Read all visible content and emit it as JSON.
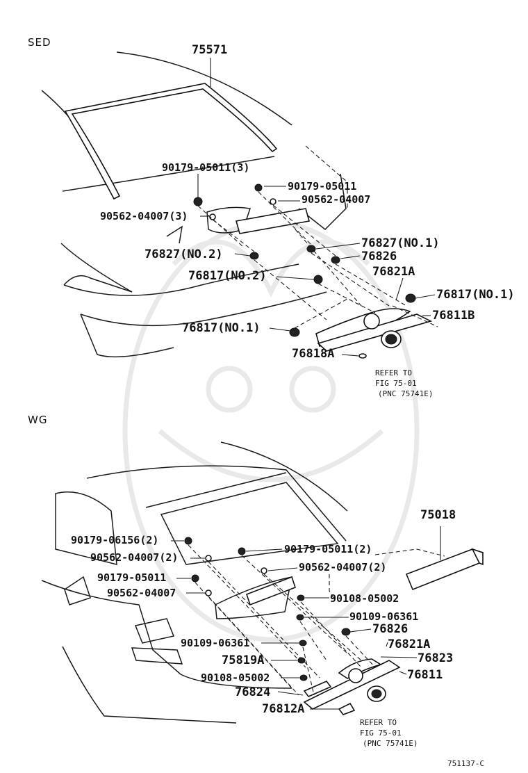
{
  "sections": {
    "sed": "SED",
    "wg": "WG"
  },
  "sed_labels": {
    "p75571": "75571",
    "p90179_05011_3": "90179-05011(3)",
    "p90179_05011": "90179-05011",
    "p90562_04007_3": "90562-04007(3)",
    "p90562_04007": "90562-04007",
    "p76827_no1": "76827(NO.1)",
    "p76827_no2": "76827(NO.2)",
    "p76826": "76826",
    "p76817_no2": "76817(NO.2)",
    "p76821A": "76821A",
    "p76817_no1_right": "76817(NO.1)",
    "p76811B": "76811B",
    "p76817_no1_left": "76817(NO.1)",
    "p76818A": "76818A",
    "ref1": "REFER TO",
    "ref2": "FIG 75-01",
    "ref3": "(PNC 75741E)"
  },
  "wg_labels": {
    "p75018": "75018",
    "p90179_06156_2": "90179-06156(2)",
    "p90179_05011_2": "90179-05011(2)",
    "p90562_04007_2a": "90562-04007(2)",
    "p90562_04007_2b": "90562-04007(2)",
    "p90179_05011": "90179-05011",
    "p90562_04007": "90562-04007",
    "p90108_05002_right": "90108-05002",
    "p90109_06361_right": "90109-06361",
    "p76826": "76826",
    "p90109_06361_left": "90109-06361",
    "p76821A": "76821A",
    "p76823": "76823",
    "p75819A": "75819A",
    "p76811": "76811",
    "p90108_05002_left": "90108-05002",
    "p76824": "76824",
    "p76812A": "76812A",
    "ref1": "REFER TO",
    "ref2": "FIG 75-01",
    "ref3": "(PNC 75741E)"
  },
  "figure_code": "751137-C"
}
